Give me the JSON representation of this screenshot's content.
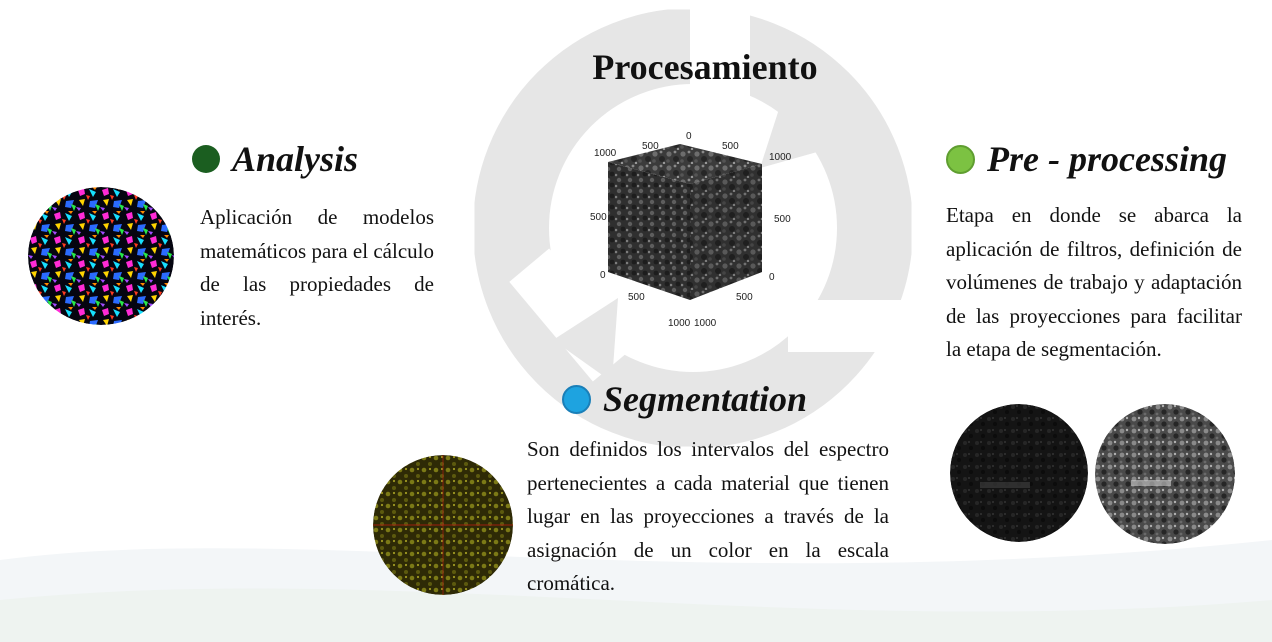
{
  "title": "Procesamiento",
  "colors": {
    "analysis_dot": "#1b5e20",
    "preprocessing_dot": "#7cc242",
    "segmentation_dot": "#1ea3e0",
    "cycle_arrows": "#e3e3e3"
  },
  "cube": {
    "axis_ticks": [
      "0",
      "500",
      "1000",
      "500",
      "1000",
      "500",
      "0",
      "500",
      "0",
      "500",
      "1000",
      "1000"
    ]
  },
  "stages": {
    "analysis": {
      "title": "Analysis",
      "description": "Aplicación de modelos matemáticos para el cálculo de las propiedades de interés."
    },
    "preprocessing": {
      "title": "Pre - processing",
      "description": "Etapa en donde se abarca la aplicación de filtros, definición de volúmenes de trabajo y adaptación de las proyecciones para facilitar la etapa de segmentación."
    },
    "segmentation": {
      "title": "Segmentation",
      "description": "Son definidos los intervalos del espectro pertenecientes a cada material que tienen lugar en las proyecciones a través de la asignación de un color en la escala cromática."
    }
  }
}
